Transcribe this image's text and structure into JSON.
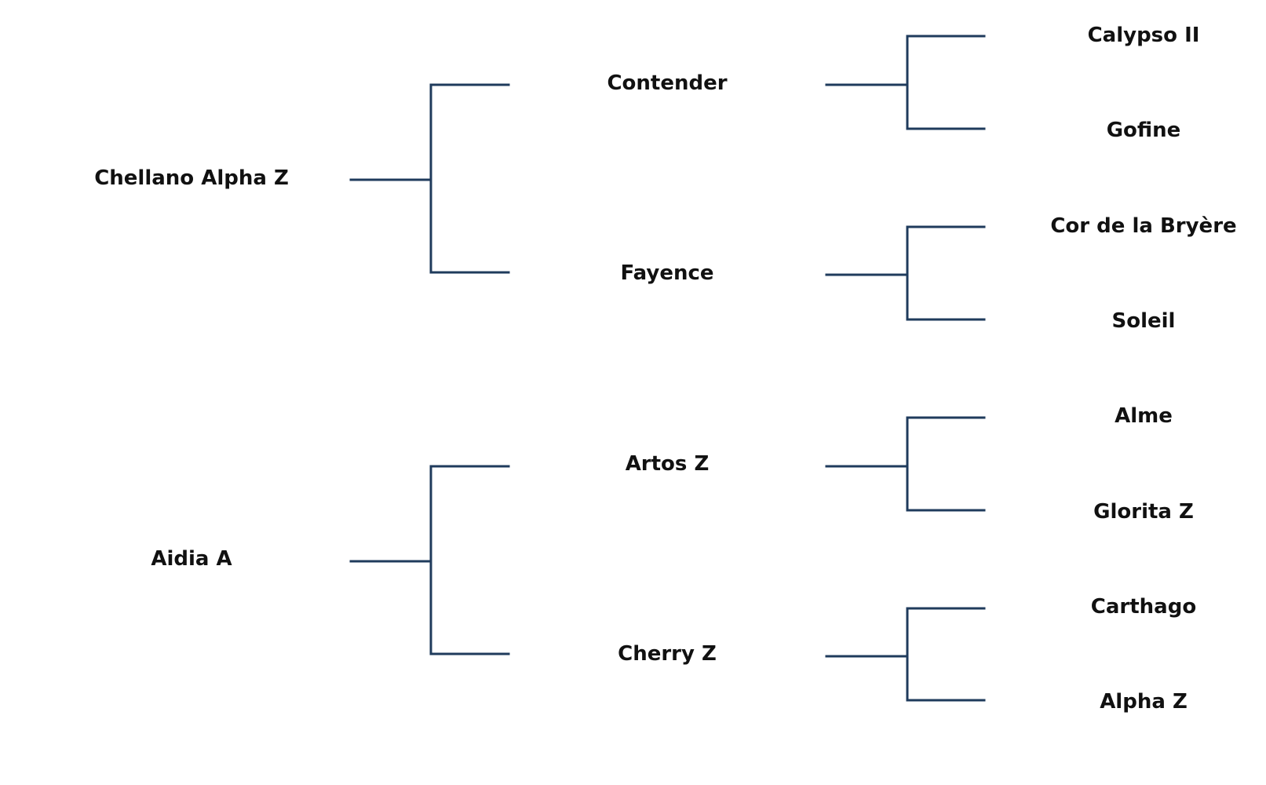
{
  "colors": {
    "line": "#1f3b5c",
    "text": "#111111",
    "background": "#ffffff"
  },
  "pedigree": {
    "subject": {
      "sire": {
        "name": "Chellano Alpha Z",
        "sire": {
          "name": "Contender",
          "sire": {
            "name": "Calypso II"
          },
          "dam": {
            "name": "Gofine"
          }
        },
        "dam": {
          "name": "Fayence",
          "sire": {
            "name": "Cor de la Bryère"
          },
          "dam": {
            "name": "Soleil"
          }
        }
      },
      "dam": {
        "name": "Aidia A",
        "sire": {
          "name": "Artos Z",
          "sire": {
            "name": "Alme"
          },
          "dam": {
            "name": "Glorita Z"
          }
        },
        "dam": {
          "name": "Cherry Z",
          "sire": {
            "name": "Carthago"
          },
          "dam": {
            "name": "Alpha Z"
          }
        }
      }
    }
  }
}
